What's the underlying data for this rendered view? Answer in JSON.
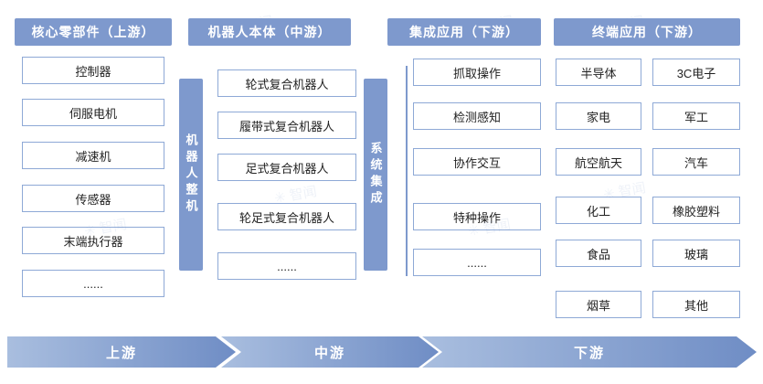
{
  "columns": {
    "core": {
      "header": "核心零部件（上游）",
      "items": [
        "控制器",
        "伺服电机",
        "减速机",
        "传感器",
        "末端执行器",
        "......"
      ]
    },
    "body": {
      "header": "机器人本体（中游）",
      "side_label": "机器人整机",
      "items": [
        "轮式复合机器人",
        "履带式复合机器人",
        "足式复合机器人",
        "轮足式复合机器人",
        "......"
      ]
    },
    "integration": {
      "header": "集成应用（下游）",
      "side_label": "系统集成",
      "items": [
        "抓取操作",
        "检测感知",
        "协作交互",
        "特种操作",
        "......"
      ]
    },
    "terminal": {
      "header": "终端应用（下游）",
      "left": [
        "半导体",
        "家电",
        "航空航天",
        "化工",
        "食品",
        "烟草"
      ],
      "right": [
        "3C电子",
        "军工",
        "汽车",
        "橡胶塑料",
        "玻璃",
        "其他"
      ]
    }
  },
  "flow": {
    "stages": [
      "上游",
      "中游",
      "下游"
    ]
  },
  "watermark": {
    "text": "✳ 智闻"
  },
  "colors": {
    "header_bg": "#7E99CD",
    "box_border": "#8EA9D6",
    "arrow_gradient_from": "#A9BEDF",
    "arrow_gradient_to": "#6F8DC5"
  }
}
